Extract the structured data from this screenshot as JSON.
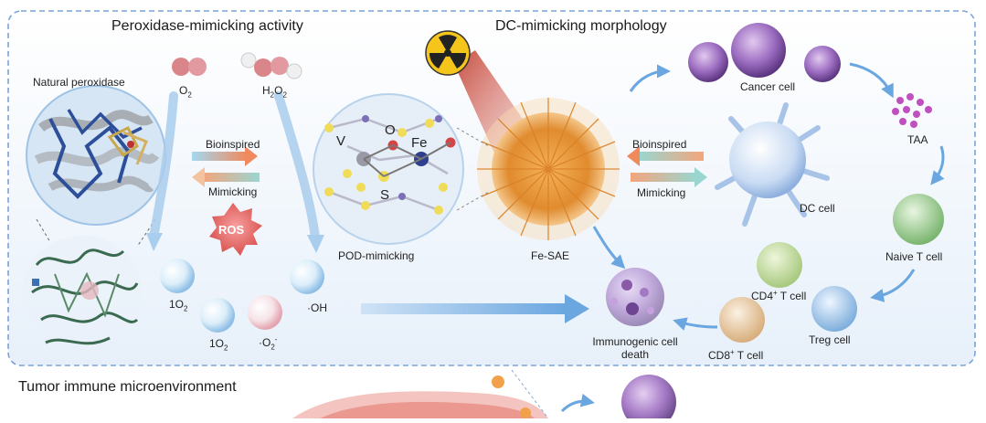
{
  "sections": {
    "peroxidase_title": "Peroxidase-mimicking activity",
    "dc_title": "DC-mimicking morphology",
    "tumor_title": "Tumor immune microenvironment"
  },
  "labels": {
    "natural_peroxidase": "Natural peroxidase",
    "o2": "O",
    "o2_sub": "2",
    "h2o2_h": "H",
    "h2o2_sub1": "2",
    "h2o2_o": "O",
    "h2o2_sub2": "2",
    "bioinspired_left": "Bioinspired",
    "mimicking_left": "Mimicking",
    "ros": "ROS",
    "pod_mimicking": "POD-mimicking",
    "fe_sae": "Fe-SAE",
    "bioinspired_right": "Bioinspired",
    "mimicking_right": "Mimicking",
    "atom_v": "V",
    "atom_o": "O",
    "atom_fe": "Fe",
    "atom_s": "S",
    "singlet_o2_a": "1O",
    "singlet_o2_a_sub": "2",
    "singlet_o2_b": "1O",
    "singlet_o2_b_sub": "2",
    "superoxide": "·O",
    "superoxide_sub": "2",
    "superoxide_sup": "-",
    "hydroxyl": "·OH",
    "cancer_cell": "Cancer cell",
    "taa": "TAA",
    "dc_cell": "DC cell",
    "naive_t_cell": "Naive T cell",
    "cd4_t_cell_a": "CD4",
    "cd4_t_cell_sup": "+",
    "cd4_t_cell_b": " T cell",
    "treg_cell": "Treg cell",
    "cd8_t_cell_a": "CD8",
    "cd8_t_cell_sup": "+",
    "cd8_t_cell_b": " T cell",
    "immunogenic_death_1": "Immunogenic cell",
    "immunogenic_death_2": "death"
  },
  "colors": {
    "frame": "#6f9bd6",
    "panel_bg": "#eef4fb",
    "arrow_blue": "#6aa6e0",
    "cancer_purple": "#8a5aa8",
    "dc_blue": "#a8c4ea",
    "naive_green": "#8cc48a",
    "treg_blue": "#9cc3e6",
    "cd8_tan": "#e3c7a3",
    "cd4_green": "#b5d39a",
    "fe_sae_orange": "#e59a3c",
    "ros_red": "#e35b5b",
    "radiation_yellow": "#f6c51b"
  },
  "icons": {
    "radiation": "radiation-hazard-icon",
    "ros": "ros-burst-icon"
  }
}
